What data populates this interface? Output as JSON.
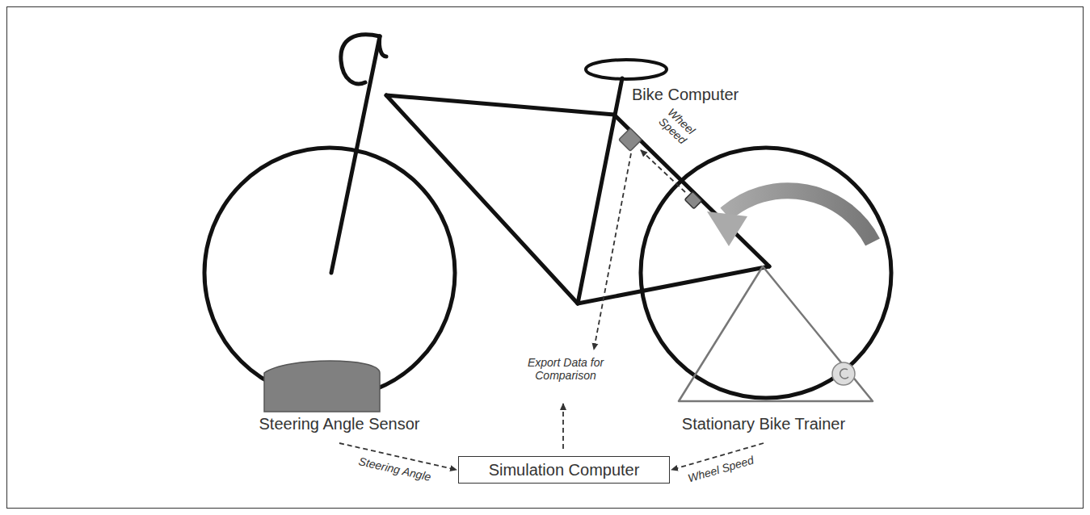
{
  "diagram": {
    "nodes": [
      {
        "text": [
          "Bike Computer"
        ]
      },
      {
        "text": [
          "Steering Angle Sensor"
        ]
      },
      {
        "text": [
          "Stationary Bike Trainer"
        ]
      },
      {
        "text": [
          "Simulation Computer"
        ]
      }
    ],
    "edges": [
      {
        "from": 1,
        "to": 3,
        "label": "Steering Angle",
        "arrow": "to"
      },
      {
        "from": 2,
        "to": 3,
        "label": "Wheel Speed",
        "arrow": "to"
      }
    ],
    "labels": [
      "Wheel Speed",
      "Export Data for Comparison"
    ]
  }
}
